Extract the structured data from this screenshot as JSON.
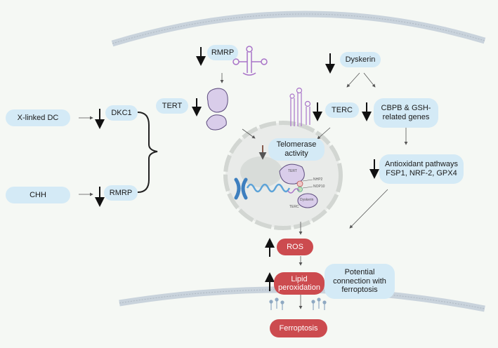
{
  "labels": {
    "rmrp_top": "RMRP",
    "dyskerin": "Dyskerin",
    "tert": "TERT",
    "terc": "TERC",
    "cbpb": "CBPB & GSH-related genes",
    "x_linked_dc": "X-linked DC",
    "dkc1": "DKC1",
    "chh": "CHH",
    "rmrp_left": "RMRP",
    "telomerase": "Telomerase activity",
    "antioxidant": "Antioxidant pathways FSP1, NRF-2, GPX4",
    "ros": "ROS",
    "lipid": "Lipid peroxidation",
    "potential": "Potential connection with ferroptosis",
    "ferroptosis": "Ferroptosis"
  },
  "nucleus_labels": {
    "tert": "TERT",
    "nhp2": "NHP2",
    "nop10": "NOP10",
    "terc": "TERC",
    "dyskerin": "Dyskerin"
  },
  "colors": {
    "pill_fill": "#d4eaf6",
    "red_fill": "#cc4b4f",
    "membrane": "#c9d3dc",
    "protein_fill": "#d9cdea",
    "protein_stroke": "#5b4a7c",
    "rna_color": "#a873c8",
    "dna_color": "#3e7fbf"
  },
  "icons": [
    "rna-hairpin-icon",
    "protein-icon",
    "chromosome-icon",
    "lipid-icon"
  ]
}
